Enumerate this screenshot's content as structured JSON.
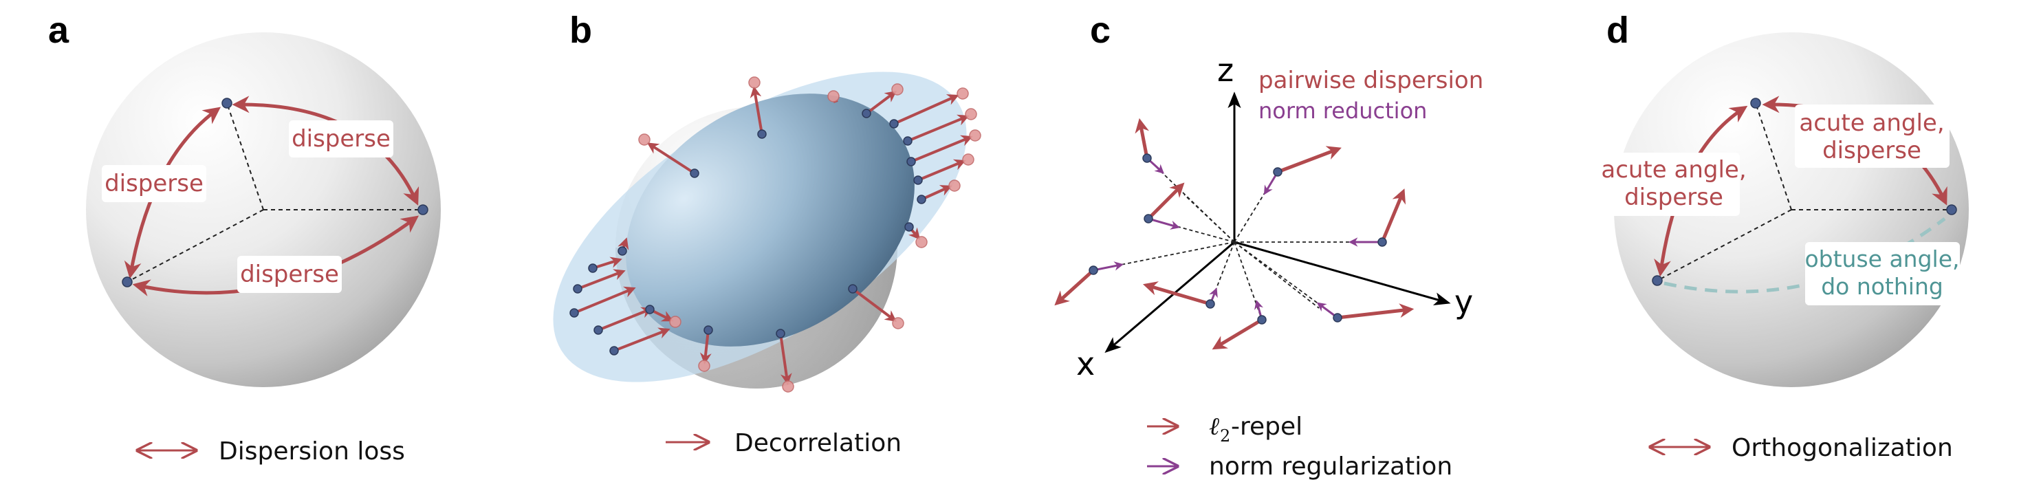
{
  "panels": {
    "a": {
      "label": "a",
      "annotations": [
        "disperse",
        "disperse",
        "disperse"
      ],
      "legend": "Dispersion loss"
    },
    "b": {
      "label": "b",
      "legend": "Decorrelation"
    },
    "c": {
      "label": "c",
      "axes": {
        "x": "x",
        "y": "y",
        "z": "z"
      },
      "annotation_red": "pairwise dispersion",
      "annotation_purple": "norm reduction",
      "legend_red": "-repel",
      "legend_red_symbol": "ℓ",
      "legend_red_subscript": "2",
      "legend_purple": "norm regularization"
    },
    "d": {
      "label": "d",
      "annotation_left_line1": "acute angle,",
      "annotation_left_line2": "disperse",
      "annotation_right_line1": "acute angle,",
      "annotation_right_line2": "disperse",
      "annotation_teal_line1": "obtuse angle,",
      "annotation_teal_line2": "do nothing",
      "legend": "Orthogonalization"
    }
  },
  "colors": {
    "arrow_red": "#b24a4e",
    "arrow_purple": "#8a3f90",
    "teal_dashed": "#9cc4c4",
    "teal_text": "#4f9595",
    "ellipse_blue": "#c3dcef",
    "point_blue": "#4a5f8e",
    "point_red": "#d68686"
  }
}
